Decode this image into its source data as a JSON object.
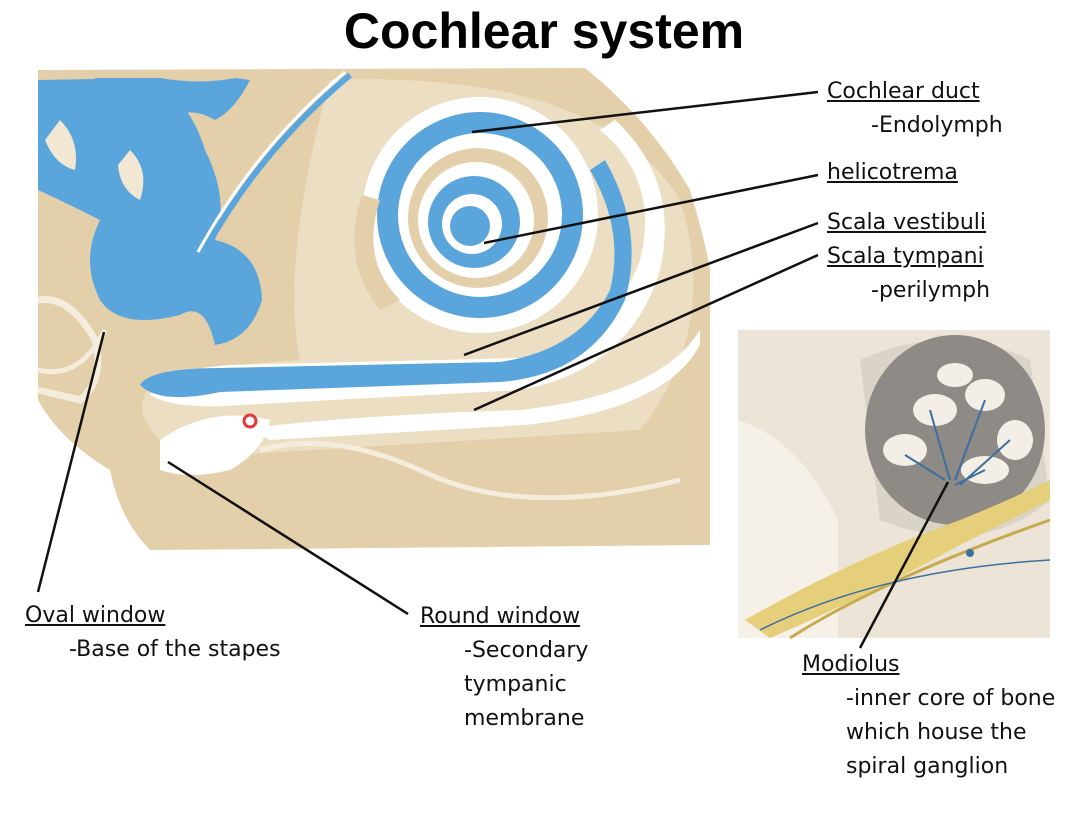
{
  "title": "Cochlear system",
  "colors": {
    "bone": "#e3cfaa",
    "fluid": "#5aa6dc",
    "membrane": "#ffffff",
    "leader": "#111111"
  },
  "labels": {
    "cochlear_duct": {
      "name": "Cochlear duct",
      "sub": "-Endolymph"
    },
    "helicotrema": {
      "name": "helicotrema"
    },
    "scala_vestibuli": {
      "name": "Scala vestibuli"
    },
    "scala_tympani": {
      "name": "Scala tympani",
      "sub": "-perilymph"
    },
    "oval_window": {
      "name": "Oval window",
      "sub": "-Base of the stapes"
    },
    "round_window": {
      "name": "Round window",
      "sub_lines": [
        "-Secondary",
        "tympanic",
        "membrane"
      ]
    },
    "modiolus": {
      "name": "Modiolus",
      "sub_lines": [
        "-inner core of bone",
        "which house the",
        "spiral ganglion"
      ]
    }
  }
}
